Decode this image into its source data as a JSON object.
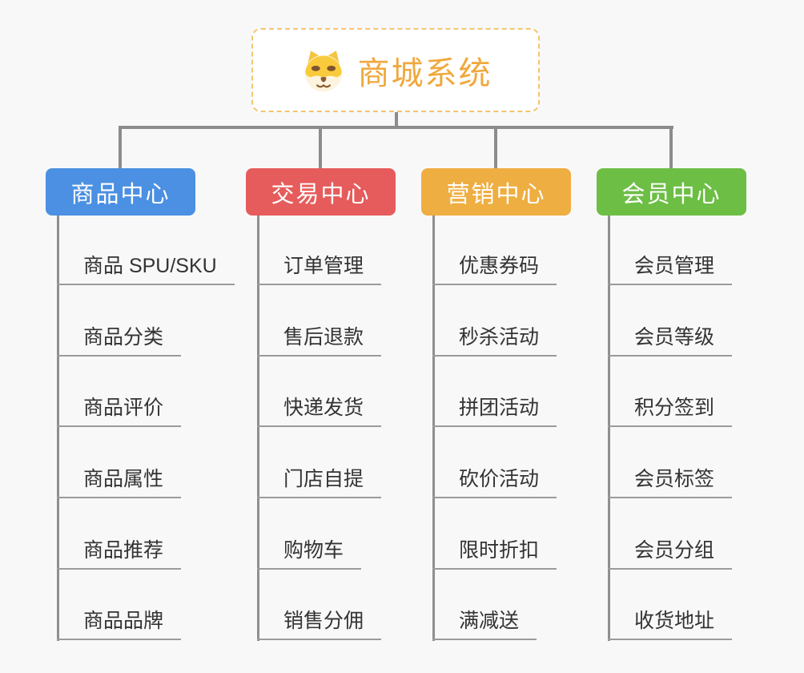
{
  "root": {
    "title": "商城系统",
    "icon": "shiba-dog-icon",
    "text_color": "#F0A83C",
    "border_color": "#F5C46F"
  },
  "branches": [
    {
      "label": "商品中心",
      "color": "#4B90E2",
      "items": [
        "商品 SPU/SKU",
        "商品分类",
        "商品评价",
        "商品属性",
        "商品推荐",
        "商品品牌"
      ]
    },
    {
      "label": "交易中心",
      "color": "#E65C5C",
      "items": [
        "订单管理",
        "售后退款",
        "快递发货",
        "门店自提",
        "购物车",
        "销售分佣"
      ]
    },
    {
      "label": "营销中心",
      "color": "#EFAE41",
      "items": [
        "优惠券码",
        "秒杀活动",
        "拼团活动",
        "砍价活动",
        "限时折扣",
        "满减送"
      ]
    },
    {
      "label": "会员中心",
      "color": "#6DBE45",
      "items": [
        "会员管理",
        "会员等级",
        "积分签到",
        "会员标签",
        "会员分组",
        "收货地址"
      ]
    }
  ],
  "colors": {
    "background": "#F8F8F8",
    "connector": "#8C8C8C",
    "leaf_underline": "#9B9B9B",
    "leaf_text": "#333333",
    "branch_text": "#FFFFFF"
  }
}
